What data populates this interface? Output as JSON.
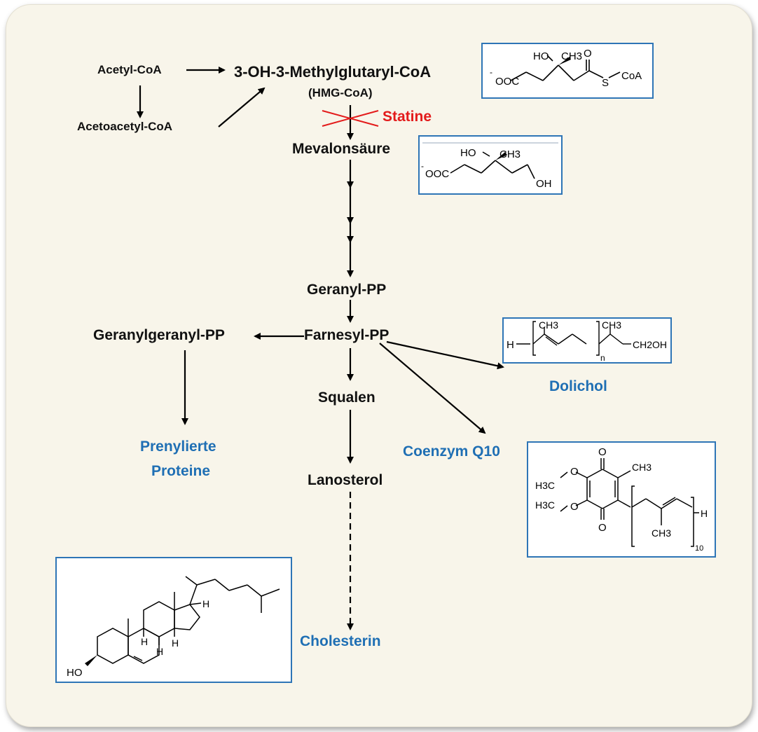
{
  "pathway": {
    "acetyl_coa": "Acetyl-CoA",
    "acetoacetyl_coa": "Acetoacetyl-CoA",
    "hmg_coa": "3-OH-3-Methylglutaryl-CoA",
    "hmg_coa_abbr": "(HMG-CoA)",
    "statine": "Statine",
    "mevalonsaeure": "Mevalonsäure",
    "geranyl_pp": "Geranyl-PP",
    "farnesyl_pp": "Farnesyl-PP",
    "geranylgeranyl_pp": "Geranylgeranyl-PP",
    "squalen": "Squalen",
    "lanosterol": "Lanosterol",
    "cholesterin": "Cholesterin",
    "prenylierte_line1": "Prenylierte",
    "prenylierte_line2": "Proteine",
    "dolichol": "Dolichol",
    "coenzym_q10": "Coenzym Q10"
  },
  "structures": {
    "hmg": {
      "carboxylate": "OOC",
      "charge": "-",
      "hydroxy": "HO",
      "methyl": "CH3",
      "oxygen": "O",
      "sulfur": "S",
      "coa": "CoA"
    },
    "mevalonate": {
      "carboxylate": "OOC",
      "charge": "-",
      "hydroxy": "HO",
      "methyl": "CH3",
      "alcohol": "OH"
    },
    "dolichol": {
      "h": "H",
      "methyl1": "CH3",
      "methyl2": "CH3",
      "tail": "CH2OH",
      "repeat": "n"
    },
    "q10": {
      "methoxy1": "H3C",
      "methoxy2": "H3C",
      "o1": "O",
      "o2": "O",
      "carbonyl_top": "O",
      "carbonyl_bottom": "O",
      "methyl": "CH3",
      "chain_methyl": "CH3",
      "h": "H",
      "repeat": "10"
    },
    "cholesterol": {
      "hydroxy": "HO",
      "h1": "H",
      "h2": "H",
      "h3": "H",
      "h4": "H"
    }
  },
  "colors": {
    "background": "#f8f5ea",
    "accent_blue": "#1f6fb4",
    "box_border": "#2e75b6",
    "inhibitor_red": "#e31b1b"
  }
}
